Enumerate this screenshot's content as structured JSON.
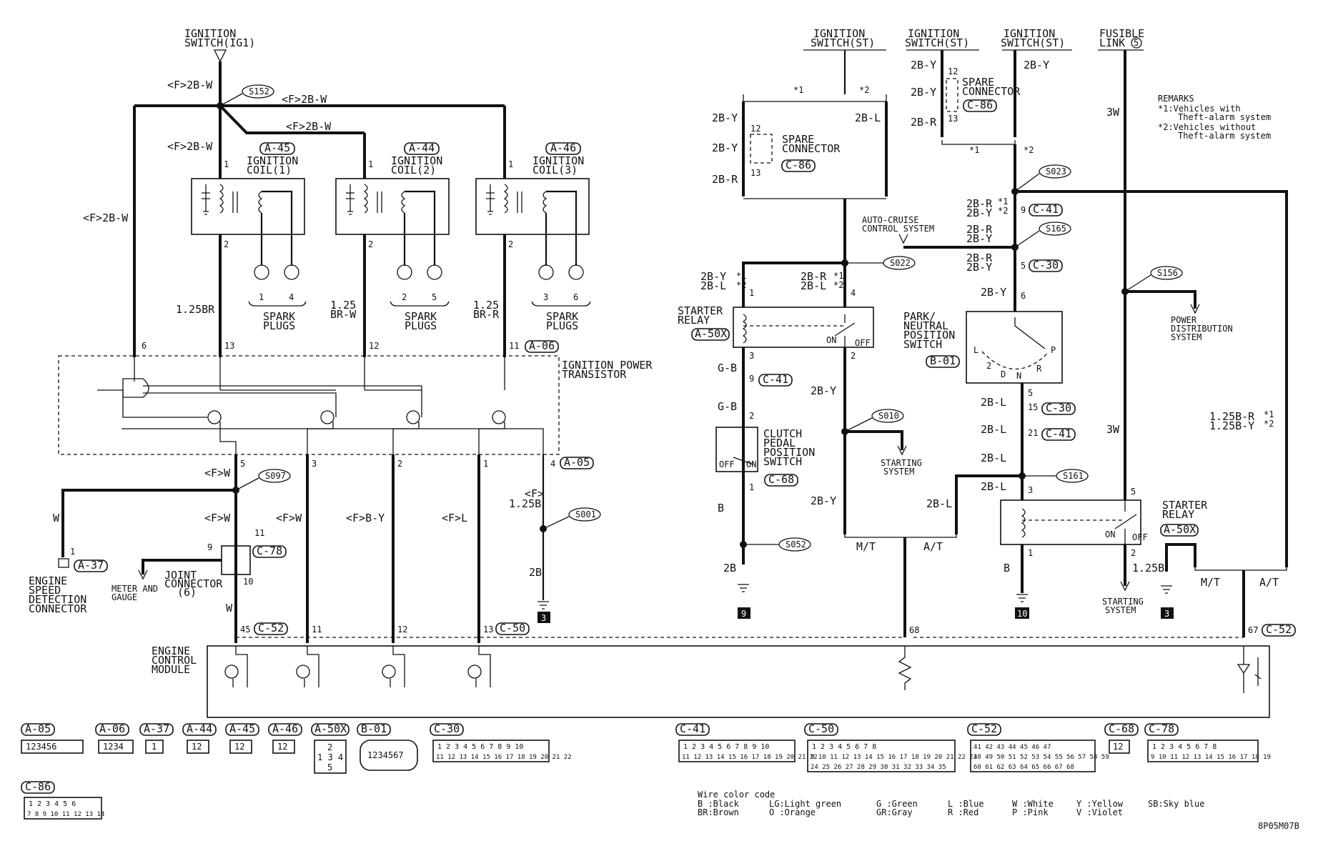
{
  "labels": {
    "ign_ig1": [
      "IGNITION",
      "SWITCH(IG1)"
    ],
    "ign_st": [
      "IGNITION",
      "SWITCH(ST)"
    ],
    "fusible_link": [
      "FUSIBLE",
      "LINK"
    ],
    "fusible_link_num": "5",
    "ignition_coil": "IGNITION",
    "coil_1": "COIL(1)",
    "coil_2": "COIL(2)",
    "coil_3": "COIL(3)",
    "spark_plugs": [
      "SPARK",
      "PLUGS"
    ],
    "ign_power_transistor": [
      "IGNITION POWER",
      "TRANSISTOR"
    ],
    "spare_connector": [
      "SPARE",
      "CONNECTOR"
    ],
    "auto_cruise": [
      "AUTO-CRUISE",
      "CONTROL SYSTEM"
    ],
    "starter_relay": [
      "STARTER",
      "RELAY"
    ],
    "park_neutral": [
      "PARK/",
      "NEUTRAL",
      "POSITION",
      "SWITCH"
    ],
    "clutch_pedal": [
      "CLUTCH",
      "PEDAL",
      "POSITION",
      "SWITCH"
    ],
    "starting_system": [
      "STARTING",
      "SYSTEM"
    ],
    "power_distribution": [
      "POWER",
      "DISTRIBUTION",
      "SYSTEM"
    ],
    "engine_speed": [
      "ENGINE",
      "SPEED",
      "DETECTION",
      "CONNECTOR"
    ],
    "meter_gauge": [
      "METER AND",
      "GAUGE"
    ],
    "joint_connector": [
      "JOINT",
      "CONNECTOR",
      "(6)"
    ],
    "engine_control_module": [
      "ENGINE",
      "CONTROL",
      "MODULE"
    ],
    "on": "ON",
    "off": "OFF",
    "mt": "M/T",
    "at": "A/T",
    "star1": "*1",
    "star2": "*2",
    "doc_code": "8P05M07B"
  },
  "remarks": {
    "title": "REMARKS",
    "line1": "*1:Vehicles with",
    "line1b": "Theft-alarm system",
    "line2": "*2:Vehicles without",
    "line2b": "Theft-alarm system"
  },
  "wires": {
    "f2bw": "<F>2B-W",
    "br125": "1.25BR",
    "brw125": [
      "1.25",
      "BR-W"
    ],
    "brr125": [
      "1.25",
      "BR-R"
    ],
    "fw": "<F>W",
    "fby": "<F>B-Y",
    "fl": "<F>L",
    "f125b": [
      "<F>",
      "1.25B"
    ],
    "w": "W",
    "b2": "2B",
    "b2y": "2B-Y",
    "b2r": "2B-R",
    "b2l": "2B-L",
    "b2ry": [
      "2B-R",
      "2B-Y"
    ],
    "b2yl": [
      "2B-Y",
      "2B-L"
    ],
    "b2rl": [
      "2B-R",
      "2B-L"
    ],
    "gb": "G-B",
    "b": "B",
    "w3": "3W",
    "b125": "1.25B",
    "b125ry": [
      "1.25B-R",
      "1.25B-Y"
    ]
  },
  "splices": {
    "s152": "S152",
    "s097": "S097",
    "s001": "S001",
    "s022": "S022",
    "s023": "S023",
    "s165": "S165",
    "s156": "S156",
    "s010": "S010",
    "s161": "S161",
    "s052": "S052"
  },
  "connectors": {
    "a05": "A-05",
    "a06": "A-06",
    "a37": "A-37",
    "a44": "A-44",
    "a45": "A-45",
    "a46": "A-46",
    "a50x": "A-50X",
    "b01": "B-01",
    "c30": "C-30",
    "c41": "C-41",
    "c50": "C-50",
    "c52": "C-52",
    "c68": "C-68",
    "c78": "C-78",
    "c86": "C-86"
  },
  "pins": {
    "p1": "1",
    "p2": "2",
    "p3": "3",
    "p4": "4",
    "p5": "5",
    "p6": "6",
    "p9": "9",
    "p10": "10",
    "p11": "11",
    "p12": "12",
    "p13": "13",
    "p15": "15",
    "p21": "21",
    "p45": "45",
    "p67": "67",
    "p68": "68",
    "pN": "N",
    "pD": "D",
    "pL": "L",
    "pR": "R",
    "pP": "P"
  },
  "grounds": {
    "g9": "9",
    "g10": "10",
    "g3": "3"
  },
  "connector_faces": {
    "c30_r1": "1 2 3 4 5 6 7 8 9 10",
    "c30_r2": "11 12 13 14 15 16 17 18 19 20 21 22",
    "c41_r1": "1 2 3 4 5 6 7 8 9 10",
    "c41_r2": "11 12 13 14 15 16 17 18 19 20 21 22",
    "c50_r1": "1 2 3 4 5 6 7 8",
    "c50_r2": "9 10 11 12 13 14 15 16 17 18 19 20 21 22 23",
    "c50_r3": "24 25 26 27 28 29 30 31 32 33 34 35",
    "c52_r1": "41 42 43 44 45 46 47",
    "c52_r2": "48 49 50 51 52 53 54 55 56 57 58 59",
    "c52_r3": "60 61 62 63 64 65 66 67 68",
    "c78_r1": "1 2 3 4 5 6 7 8",
    "c78_r2": "9 10 11 12 13 14 15 16 17 18 19",
    "c86_r1": "1 2 3 4 5 6",
    "c86_r2": "7 8 9 10 11 12 13 14",
    "a05": "123456",
    "a06": "1234",
    "a44": "12",
    "a45": "12",
    "a46": "12",
    "c68": "12",
    "a37": "1",
    "b01": "1234567",
    "a50x_top": "2",
    "a50x_mid": "1 3 4",
    "a50x_bot": "5"
  },
  "wire_code": {
    "title": "Wire color code",
    "col1": [
      "B :Black",
      "BR:Brown"
    ],
    "col2": [
      "LG:Light green",
      "O :Orange"
    ],
    "col3": [
      "G :Green",
      "GR:Gray"
    ],
    "col4": [
      "L :Blue",
      "R :Red"
    ],
    "col5": [
      "W :White",
      "P :Pink"
    ],
    "col6": [
      "Y :Yellow",
      "V :Violet"
    ],
    "col7": [
      "SB:Sky blue"
    ]
  }
}
